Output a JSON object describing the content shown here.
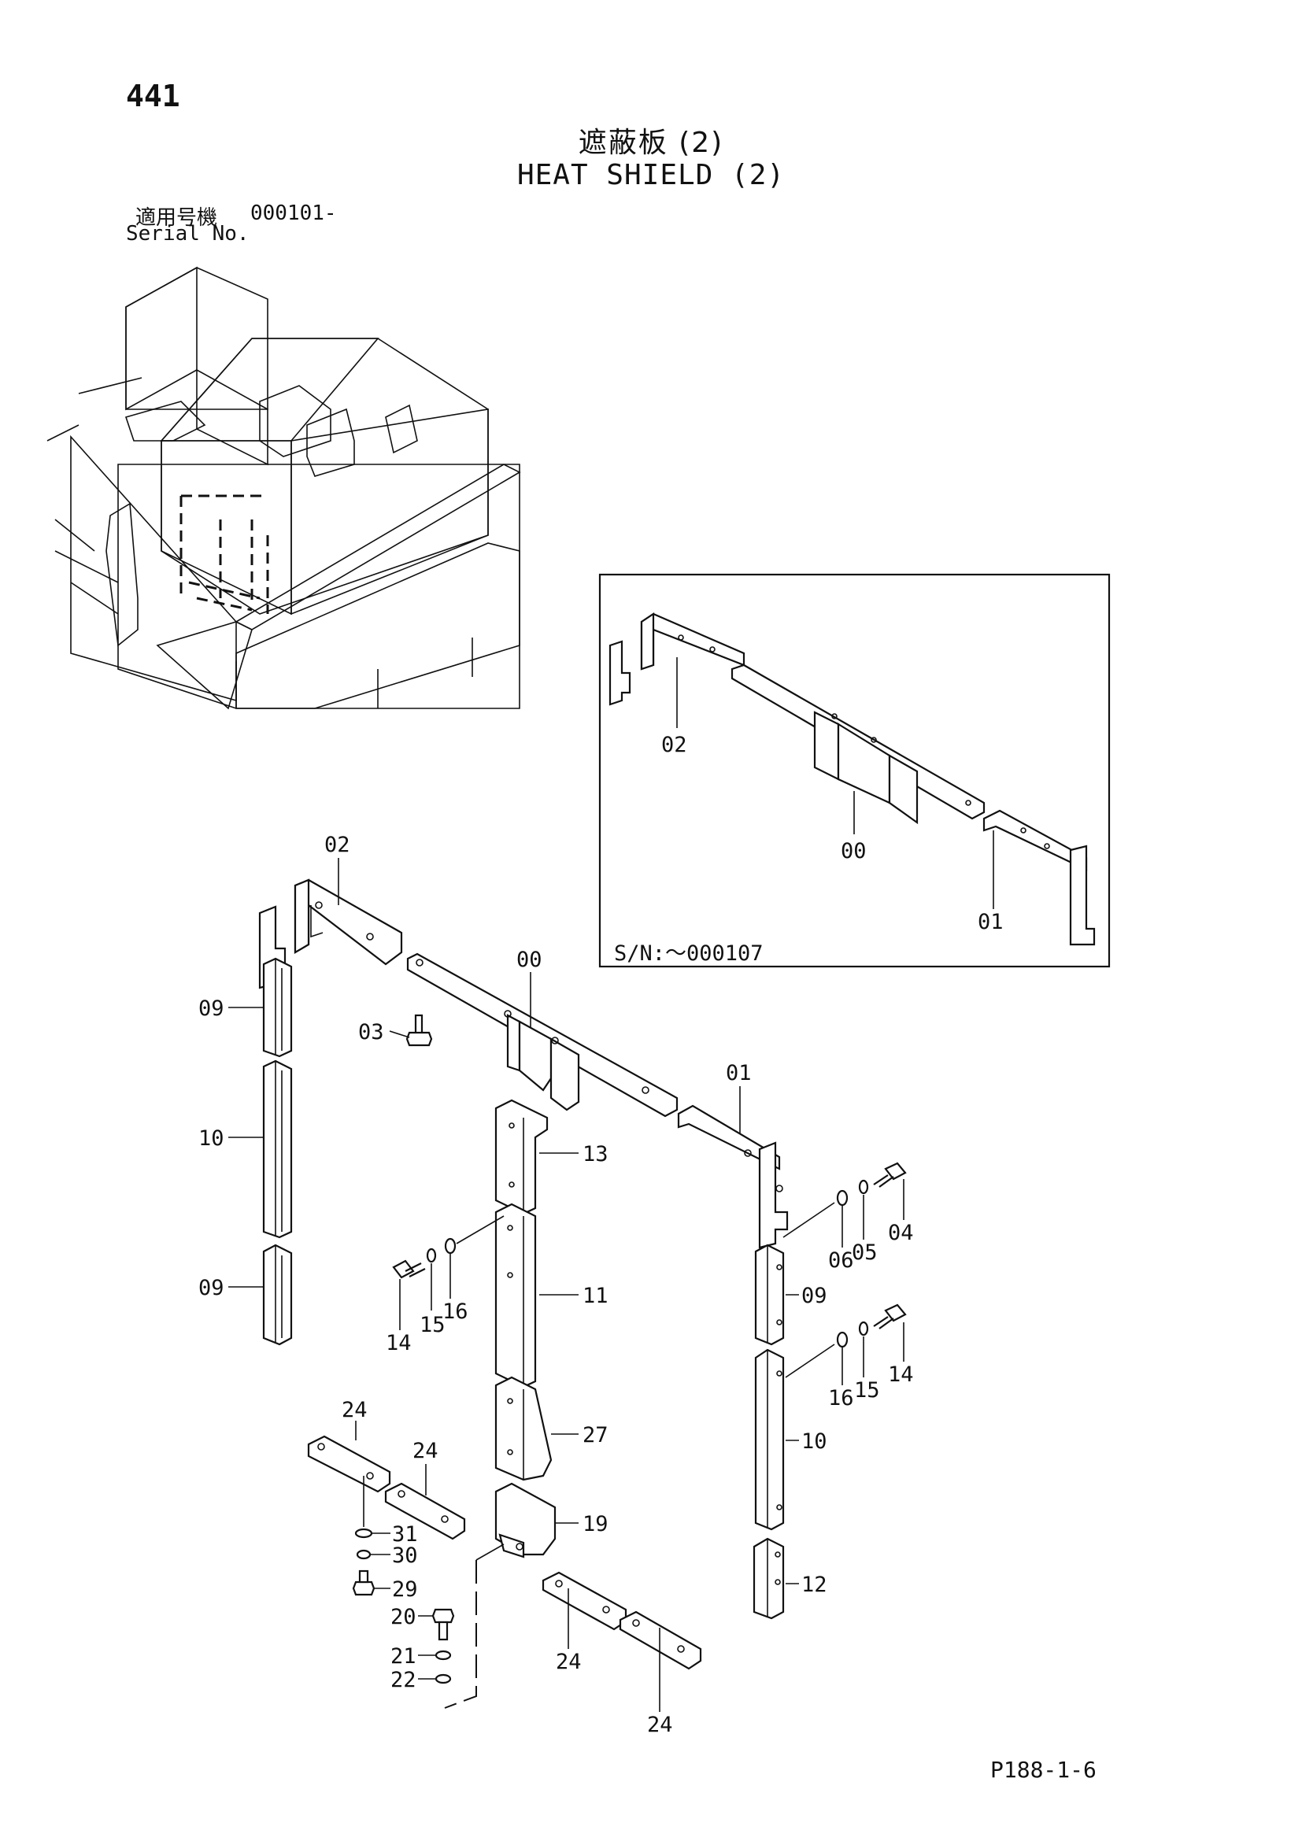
{
  "page": {
    "page_number": "441",
    "title_jp": "遮蔽板 (2)",
    "title_en": "HEAT SHIELD (2)",
    "serial_label_jp": "適用号機",
    "serial_value": "000101-",
    "serial_label_en": "Serial No.",
    "page_code": "P188-1-6"
  },
  "inset": {
    "serial_range": "S/N:～000107",
    "callouts": [
      "02",
      "00",
      "01"
    ]
  },
  "callouts": {
    "c02": "02",
    "c00": "00",
    "c01": "01",
    "c03": "03",
    "c09a": "09",
    "c09b": "09",
    "c09c": "09",
    "c10a": "10",
    "c10b": "10",
    "c13": "13",
    "c11": "11",
    "c27": "27",
    "c19": "19",
    "c12": "12",
    "c04": "04",
    "c05": "05",
    "c06": "06",
    "c14a": "14",
    "c15a": "15",
    "c16a": "16",
    "c14b": "14",
    "c15b": "15",
    "c16b": "16",
    "c24a": "24",
    "c24b": "24",
    "c24c": "24",
    "c24d": "24",
    "c31": "31",
    "c30": "30",
    "c29": "29",
    "c20": "20",
    "c21": "21",
    "c22": "22"
  }
}
